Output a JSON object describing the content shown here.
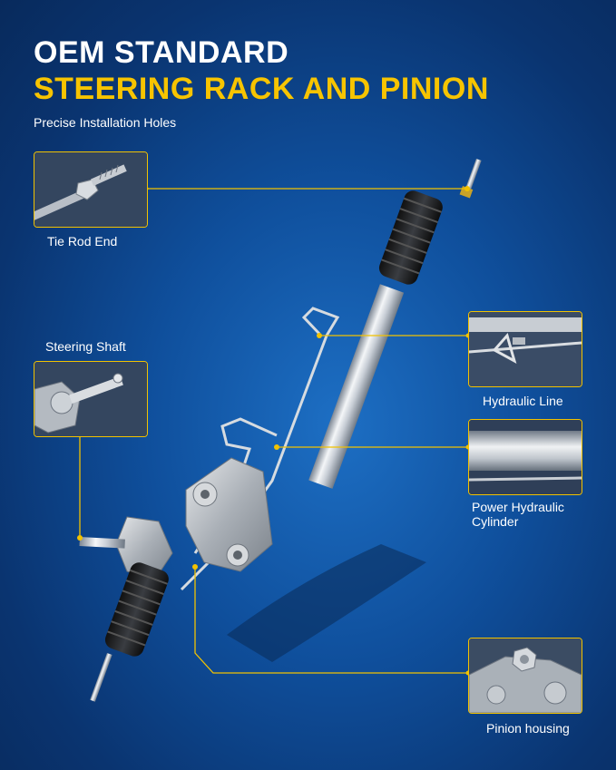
{
  "header": {
    "title_line1": "OEM STANDARD",
    "title_line2": "STEERING RACK AND PINION",
    "subtitle": "Precise Installation Holes"
  },
  "callouts": {
    "tie_rod_end": "Tie Rod End",
    "steering_shaft": "Steering Shaft",
    "hydraulic_line": "Hydraulic Line",
    "power_hydraulic_cylinder_line1": "Power Hydraulic",
    "power_hydraulic_cylinder_line2": "Cylinder",
    "pinion_housing": "Pinion housing"
  },
  "colors": {
    "accent_yellow": "#f7c400",
    "background_blue": "#0f4f9c",
    "text_white": "#ffffff"
  }
}
